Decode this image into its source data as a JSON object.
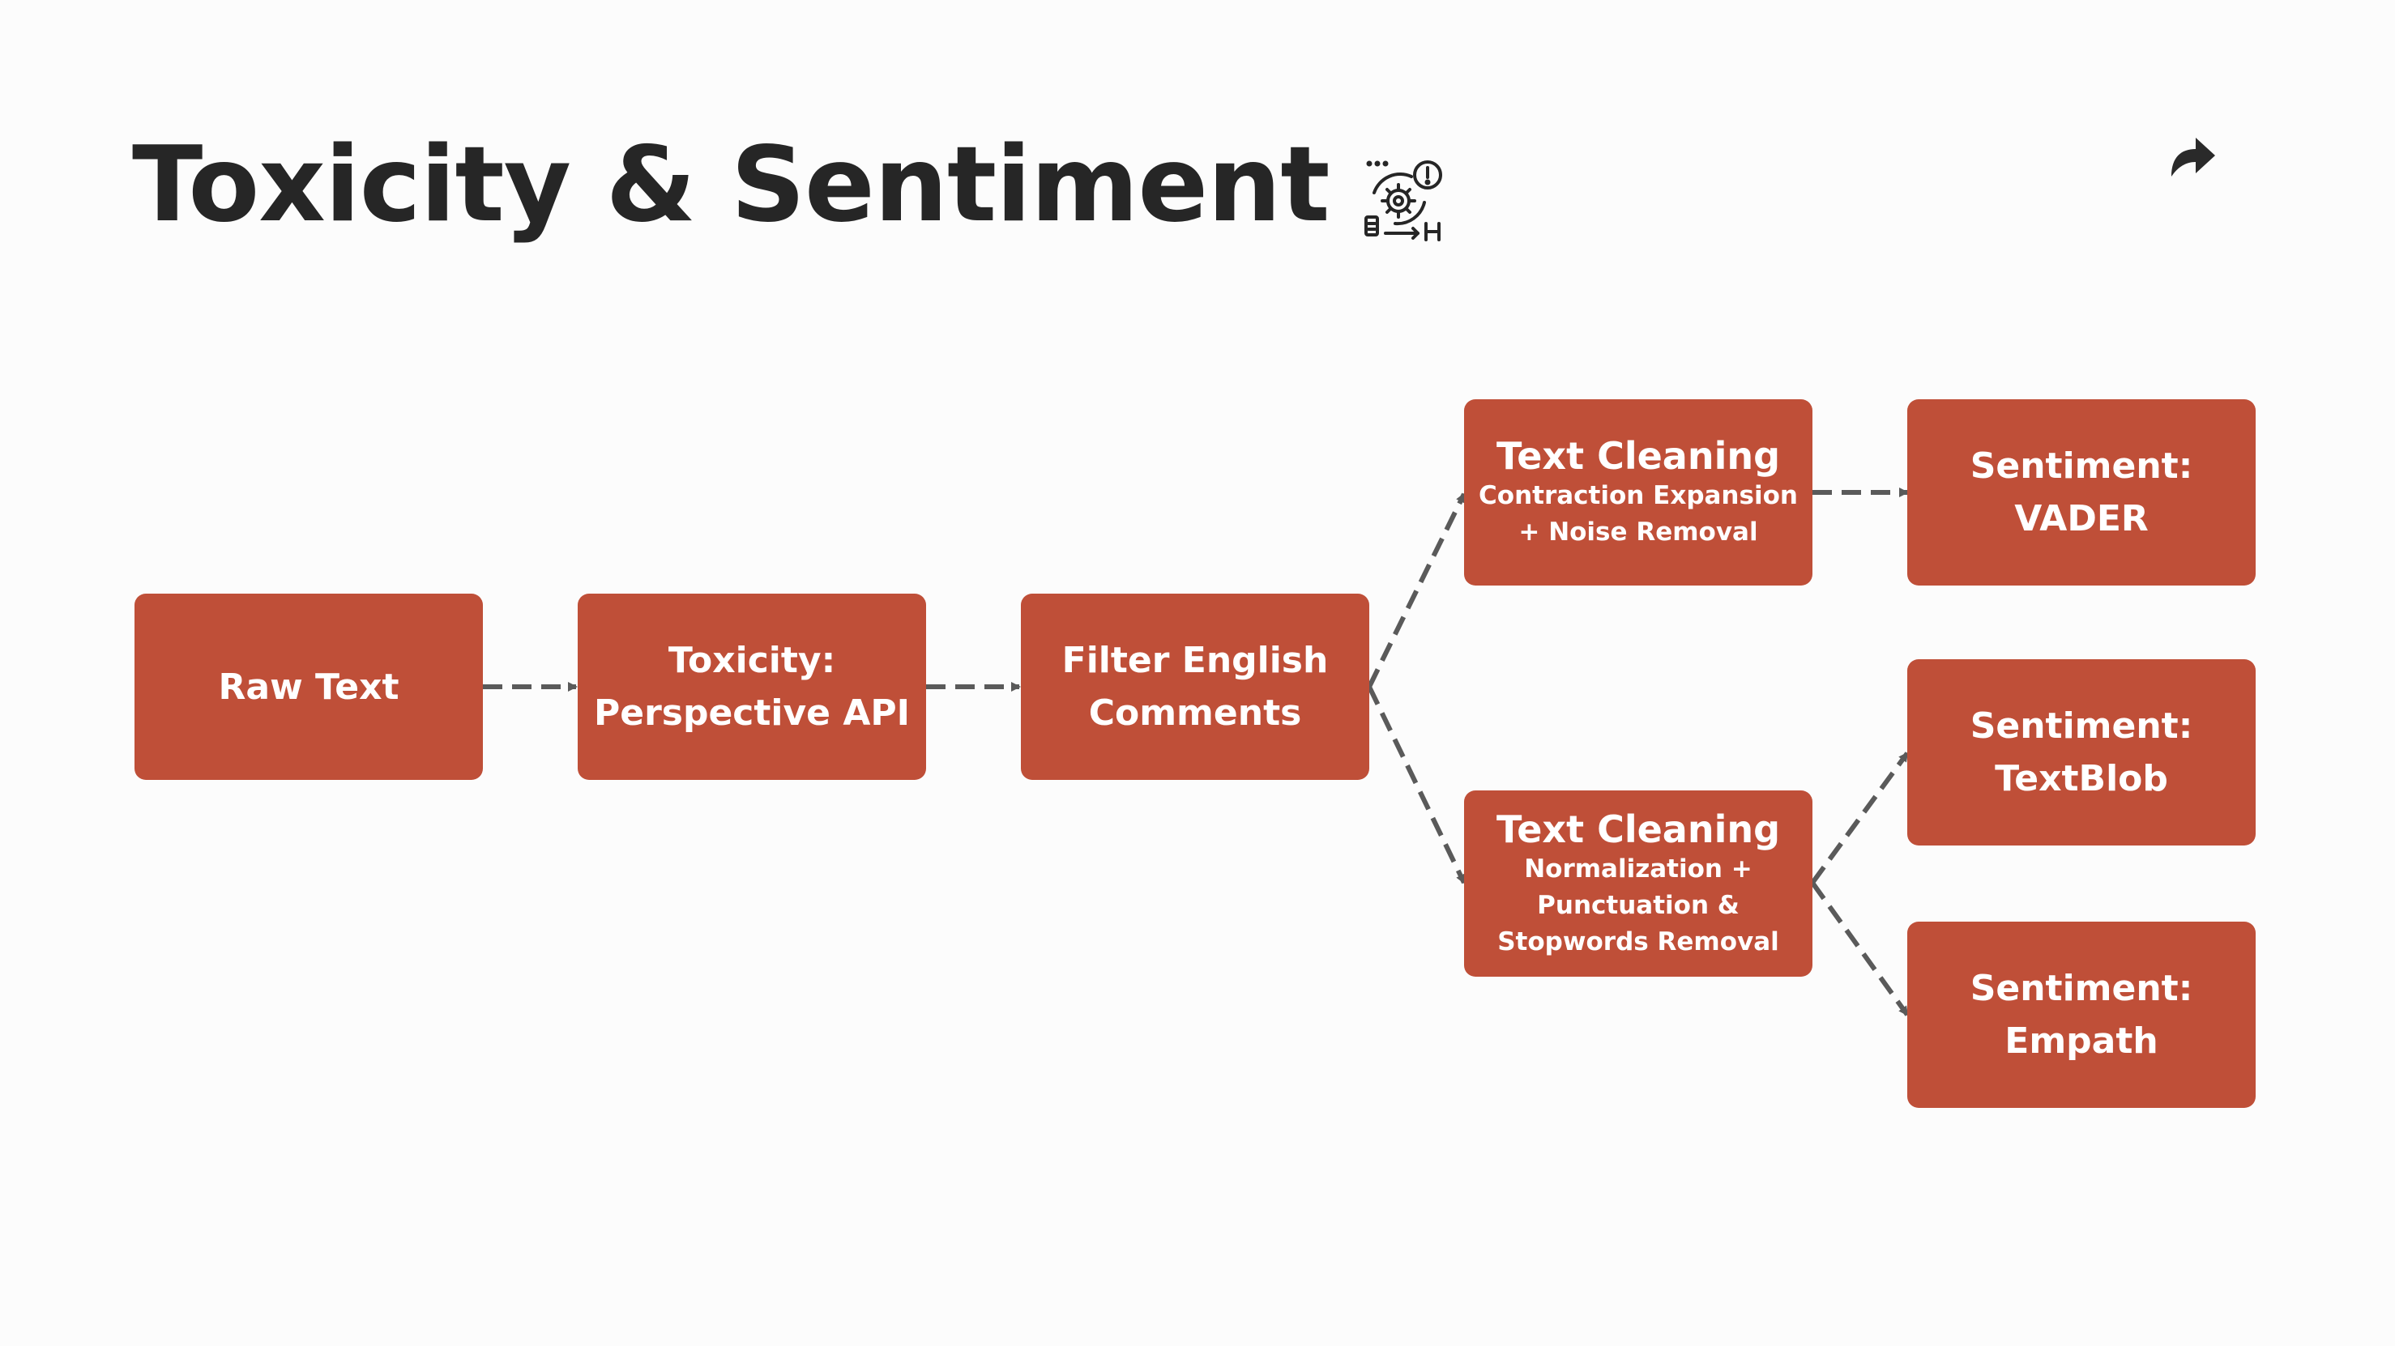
{
  "title": "Toxicity & Sentiment",
  "icons": {
    "title_icon": "automation-gear-icon",
    "share_icon": "share-arrow-icon"
  },
  "colors": {
    "box_fill": "#bf4f38",
    "box_text": "#ffffff",
    "title_text": "#262626",
    "connector": "#5a5a5a",
    "background": "#fcfcfc"
  },
  "nodes": {
    "raw_text": {
      "lines": [
        "Raw Text"
      ]
    },
    "toxicity": {
      "lines": [
        "Toxicity:",
        "Perspective API"
      ]
    },
    "filter_english": {
      "lines": [
        "Filter English",
        "Comments"
      ]
    },
    "cleaning_a": {
      "heading": "Text Cleaning",
      "details": [
        "Contraction Expansion",
        "+ Noise Removal"
      ]
    },
    "cleaning_b": {
      "heading": "Text Cleaning",
      "details": [
        "Normalization +",
        "Punctuation &",
        "Stopwords Removal"
      ]
    },
    "vader": {
      "lines": [
        "Sentiment:",
        "VADER"
      ]
    },
    "textblob": {
      "lines": [
        "Sentiment:",
        "TextBlob"
      ]
    },
    "empath": {
      "lines": [
        "Sentiment:",
        "Empath"
      ]
    }
  }
}
